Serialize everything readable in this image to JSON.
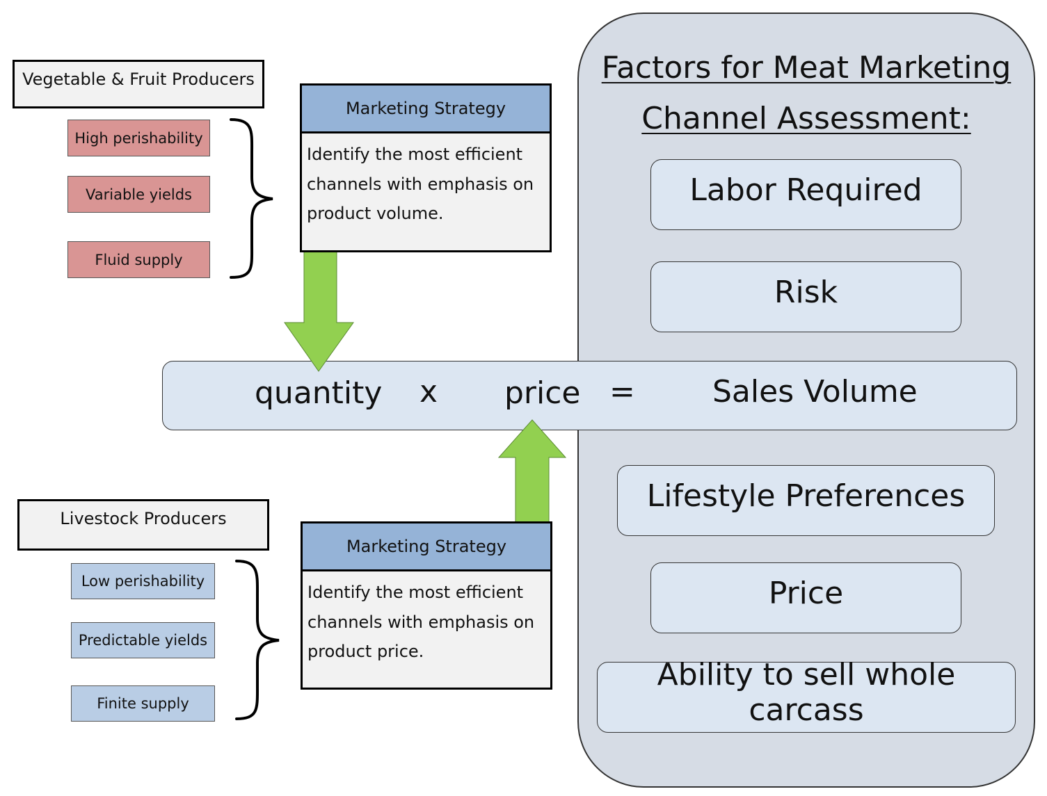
{
  "colors": {
    "panel": "#d6dce5",
    "factor_box": "#dce6f2",
    "strategy_header": "#95b3d7",
    "trait_red": "#d99594",
    "trait_blue": "#b9cde5",
    "arrow": "#92d050"
  },
  "factors": {
    "title_line1": "Factors for Meat Marketing",
    "title_line2": "Channel Assessment:",
    "items": [
      "Labor Required",
      "Risk",
      "Lifestyle Preferences",
      "Price",
      "Ability to sell whole carcass"
    ]
  },
  "equation": {
    "quantity": "quantity",
    "times": "x",
    "price": "price",
    "equals": "=",
    "result": "Sales Volume"
  },
  "veg_producers": {
    "title": "Vegetable & Fruit Producers",
    "traits": [
      "High perishability",
      "Variable yields",
      "Fluid supply"
    ],
    "strategy_title": "Marketing Strategy",
    "strategy_text": "Identify the most efficient channels with emphasis on product volume."
  },
  "livestock_producers": {
    "title": "Livestock Producers",
    "traits": [
      "Low perishability",
      "Predictable yields",
      "Finite supply"
    ],
    "strategy_title": "Marketing Strategy",
    "strategy_text": "Identify the most efficient channels with emphasis on product price."
  }
}
